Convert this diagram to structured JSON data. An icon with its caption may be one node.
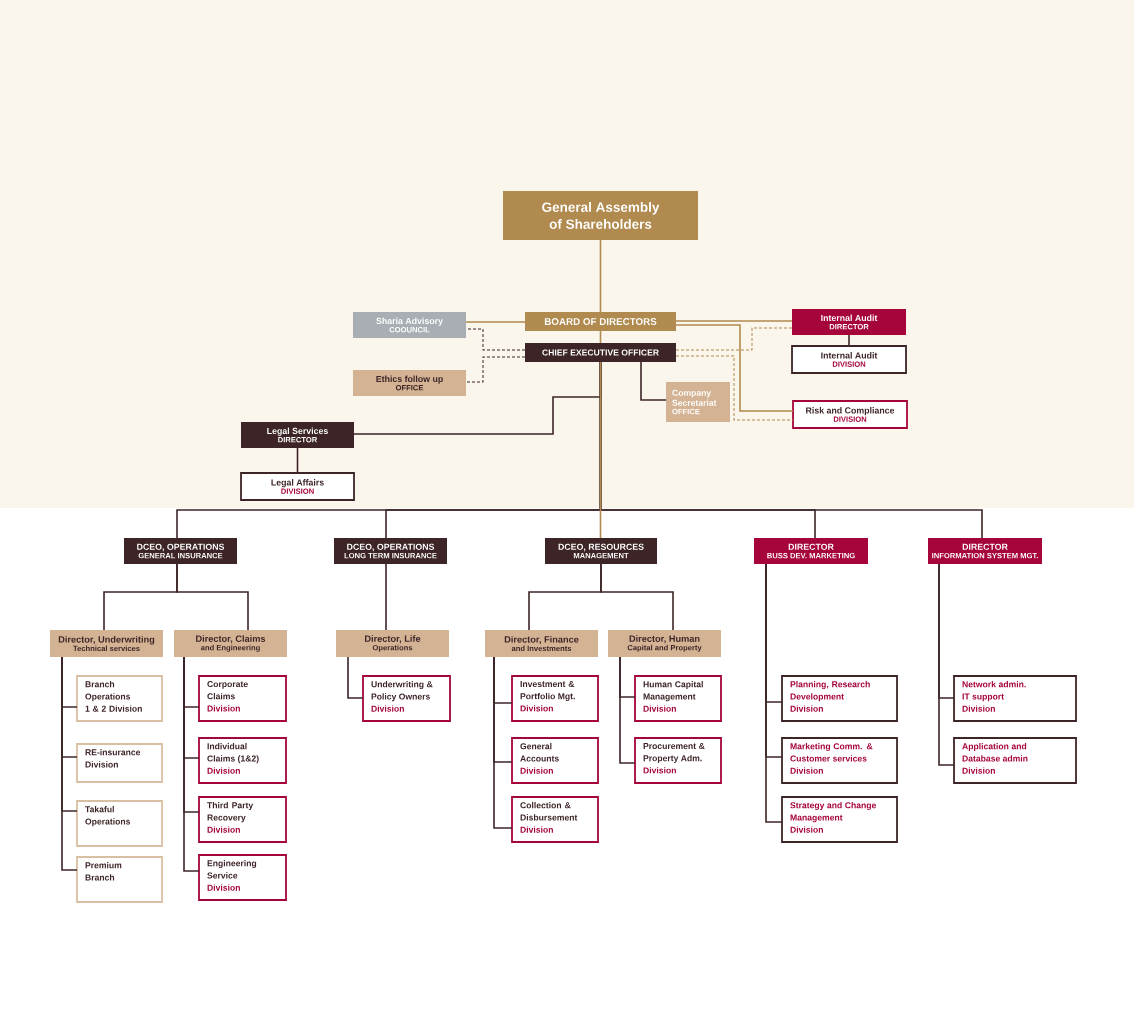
{
  "diagram": {
    "nodes": [
      {
        "text": [
          "General Assembly of Shareholders"
        ]
      },
      {
        "text": [
          "Sharia Advisory",
          "COOUNCIL"
        ]
      },
      {
        "text": [
          "BOARD OF DIRECTORS"
        ]
      },
      {
        "text": [
          "Internal Audit",
          "DIRECTOR"
        ]
      },
      {
        "text": [
          "CHIEF EXECUTIVE OFFICER"
        ]
      },
      {
        "text": [
          "Internal Audit",
          "DIVISION"
        ]
      },
      {
        "text": [
          "Ethics follow up",
          "OFFICE"
        ]
      },
      {
        "text": [
          "Company Secretariat",
          "OFFICE"
        ]
      },
      {
        "text": [
          "Risk and Compliance",
          "DIVISION"
        ]
      },
      {
        "text": [
          "Legal Services",
          "DIRECTOR"
        ]
      },
      {
        "text": [
          "Legal Affairs",
          "DIVISION"
        ]
      },
      {
        "text": [
          "DCEO, OPERATIONS",
          "GENERAL INSURANCE"
        ]
      },
      {
        "text": [
          "DCEO, OPERATIONS",
          "LONG TERM INSURANCE"
        ]
      },
      {
        "text": [
          "DCEO, RESOURCES",
          "MANAGEMENT"
        ]
      },
      {
        "text": [
          "DIRECTOR",
          "BUSS DEV. MARKETING"
        ]
      },
      {
        "text": [
          "DIRECTOR",
          "INFORMATION SYSTEM MGT."
        ]
      },
      {
        "text": [
          "Director, Underwriting",
          "Technical services"
        ]
      },
      {
        "text": [
          "Director, Claims",
          "and Engineering"
        ]
      },
      {
        "text": [
          "Director, Life",
          "Operations"
        ]
      },
      {
        "text": [
          "Director, Finance",
          "and Investments"
        ]
      },
      {
        "text": [
          "Director, Human",
          "Capital and Property"
        ]
      },
      {
        "text": [
          "Branch Operations 1 & 2 Division"
        ]
      },
      {
        "text": [
          "RE-insurance Division"
        ]
      },
      {
        "text": [
          "Takaful Operations"
        ]
      },
      {
        "text": [
          "Premium Branch"
        ]
      },
      {
        "text": [
          "Corporate Claims",
          "Division"
        ]
      },
      {
        "text": [
          "Individual Claims (1&2)",
          "Division"
        ]
      },
      {
        "text": [
          "Third Party Recovery",
          "Division"
        ]
      },
      {
        "text": [
          "Engineering Service",
          "Division"
        ]
      },
      {
        "text": [
          "Underwriting & Policy Owners",
          "Division"
        ]
      },
      {
        "text": [
          "Investment & Portfolio Mgt.",
          "Division"
        ]
      },
      {
        "text": [
          "General Accounts",
          "Division"
        ]
      },
      {
        "text": [
          "Collection & Disbursement",
          "Division"
        ]
      },
      {
        "text": [
          "Human Capital Management",
          "Division"
        ]
      },
      {
        "text": [
          "Procurement & Property Adm.",
          "Division"
        ]
      },
      {
        "text": [
          "Planning, Research Development",
          "Division"
        ]
      },
      {
        "text": [
          "Marketing Comm. & Customer services",
          "Division"
        ]
      },
      {
        "text": [
          "Strategy and Change Management",
          "Division"
        ]
      },
      {
        "text": [
          "Network admin. IT support",
          "Division"
        ]
      },
      {
        "text": [
          "Application and Database admin",
          "Division"
        ]
      }
    ],
    "edges": [
      {
        "from": 0,
        "to": 2,
        "arrow": "none",
        "color": "#b08a4e"
      },
      {
        "from": 2,
        "to": 4,
        "arrow": "none",
        "color": "#b08a4e"
      },
      {
        "from": 2,
        "to": 1,
        "arrow": "none",
        "color": "#b08a4e"
      },
      {
        "from": 4,
        "to": 1,
        "arrow": "none",
        "style": "dashed"
      },
      {
        "from": 4,
        "to": 6,
        "arrow": "none",
        "style": "dashed"
      },
      {
        "from": 2,
        "to": 3,
        "arrow": "none",
        "color": "#b08a4e"
      },
      {
        "from": 2,
        "to": 8,
        "arrow": "none",
        "color": "#b08a4e"
      },
      {
        "from": 4,
        "to": 3,
        "arrow": "none",
        "style": "dashed",
        "color": "#b08a4e"
      },
      {
        "from": 4,
        "to": 8,
        "arrow": "none",
        "style": "dashed",
        "color": "#b08a4e"
      },
      {
        "from": 3,
        "to": 5,
        "arrow": "none"
      },
      {
        "from": 4,
        "to": 7,
        "arrow": "none"
      },
      {
        "from": 4,
        "to": 9,
        "arrow": "none"
      },
      {
        "from": 9,
        "to": 10,
        "arrow": "none"
      },
      {
        "from": 4,
        "to": 11,
        "arrow": "none"
      },
      {
        "from": 4,
        "to": 12,
        "arrow": "none"
      },
      {
        "from": 4,
        "to": 14,
        "arrow": "none"
      },
      {
        "from": 4,
        "to": 15,
        "arrow": "none"
      },
      {
        "from": 4,
        "to": 13,
        "arrow": "none",
        "color": "#b08a4e"
      },
      {
        "from": 11,
        "to": 16,
        "arrow": "none"
      },
      {
        "from": 11,
        "to": 17,
        "arrow": "none"
      },
      {
        "from": 12,
        "to": 18,
        "arrow": "none"
      },
      {
        "from": 13,
        "to": 19,
        "arrow": "none"
      },
      {
        "from": 13,
        "to": 20,
        "arrow": "none"
      },
      {
        "from": 16,
        "to": 21,
        "arrow": "none"
      },
      {
        "from": 16,
        "to": 22,
        "arrow": "none"
      },
      {
        "from": 16,
        "to": 23,
        "arrow": "none"
      },
      {
        "from": 16,
        "to": 24,
        "arrow": "none"
      },
      {
        "from": 17,
        "to": 25,
        "arrow": "none"
      },
      {
        "from": 17,
        "to": 26,
        "arrow": "none"
      },
      {
        "from": 17,
        "to": 27,
        "arrow": "none"
      },
      {
        "from": 17,
        "to": 28,
        "arrow": "none"
      },
      {
        "from": 18,
        "to": 29,
        "arrow": "none"
      },
      {
        "from": 19,
        "to": 30,
        "arrow": "none"
      },
      {
        "from": 19,
        "to": 31,
        "arrow": "none"
      },
      {
        "from": 19,
        "to": 32,
        "arrow": "none"
      },
      {
        "from": 20,
        "to": 33,
        "arrow": "none"
      },
      {
        "from": 20,
        "to": 34,
        "arrow": "none"
      },
      {
        "from": 14,
        "to": 35,
        "arrow": "none"
      },
      {
        "from": 14,
        "to": 36,
        "arrow": "none"
      },
      {
        "from": 14,
        "to": 37,
        "arrow": "none"
      },
      {
        "from": 15,
        "to": 38,
        "arrow": "none"
      },
      {
        "from": 15,
        "to": 39,
        "arrow": "none"
      }
    ]
  }
}
